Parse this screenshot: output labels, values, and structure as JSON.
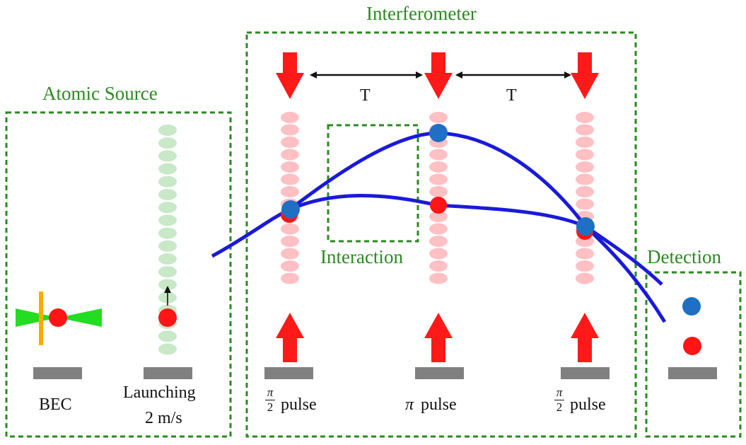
{
  "labels": {
    "atomic_source": "Atomic Source",
    "interferometer": "Interferometer",
    "detection": "Detection",
    "interaction": "Interaction",
    "bec": "BEC",
    "launching": "Launching",
    "launch_speed": "2 m/s",
    "period_1": "T",
    "period_2": "T",
    "half_pulse_num": "π",
    "half_pulse_den": "2",
    "pulse_word": "pulse",
    "pi_symbol": "π",
    "pi_pulse_word": "pulse"
  },
  "colors": {
    "frame_green": "#2a8a1f",
    "laser_red": "#ff1a1a",
    "lattice_pink": "#ff8c94",
    "launch_green": "#9ad69a",
    "trajectory_blue": "#1a1ad9",
    "atom_red": "#ff1515",
    "atom_blue": "#1f6fc4",
    "optics_gray": "#808080",
    "trap_green": "#22dd22",
    "trap_orange": "#ffaa00"
  }
}
